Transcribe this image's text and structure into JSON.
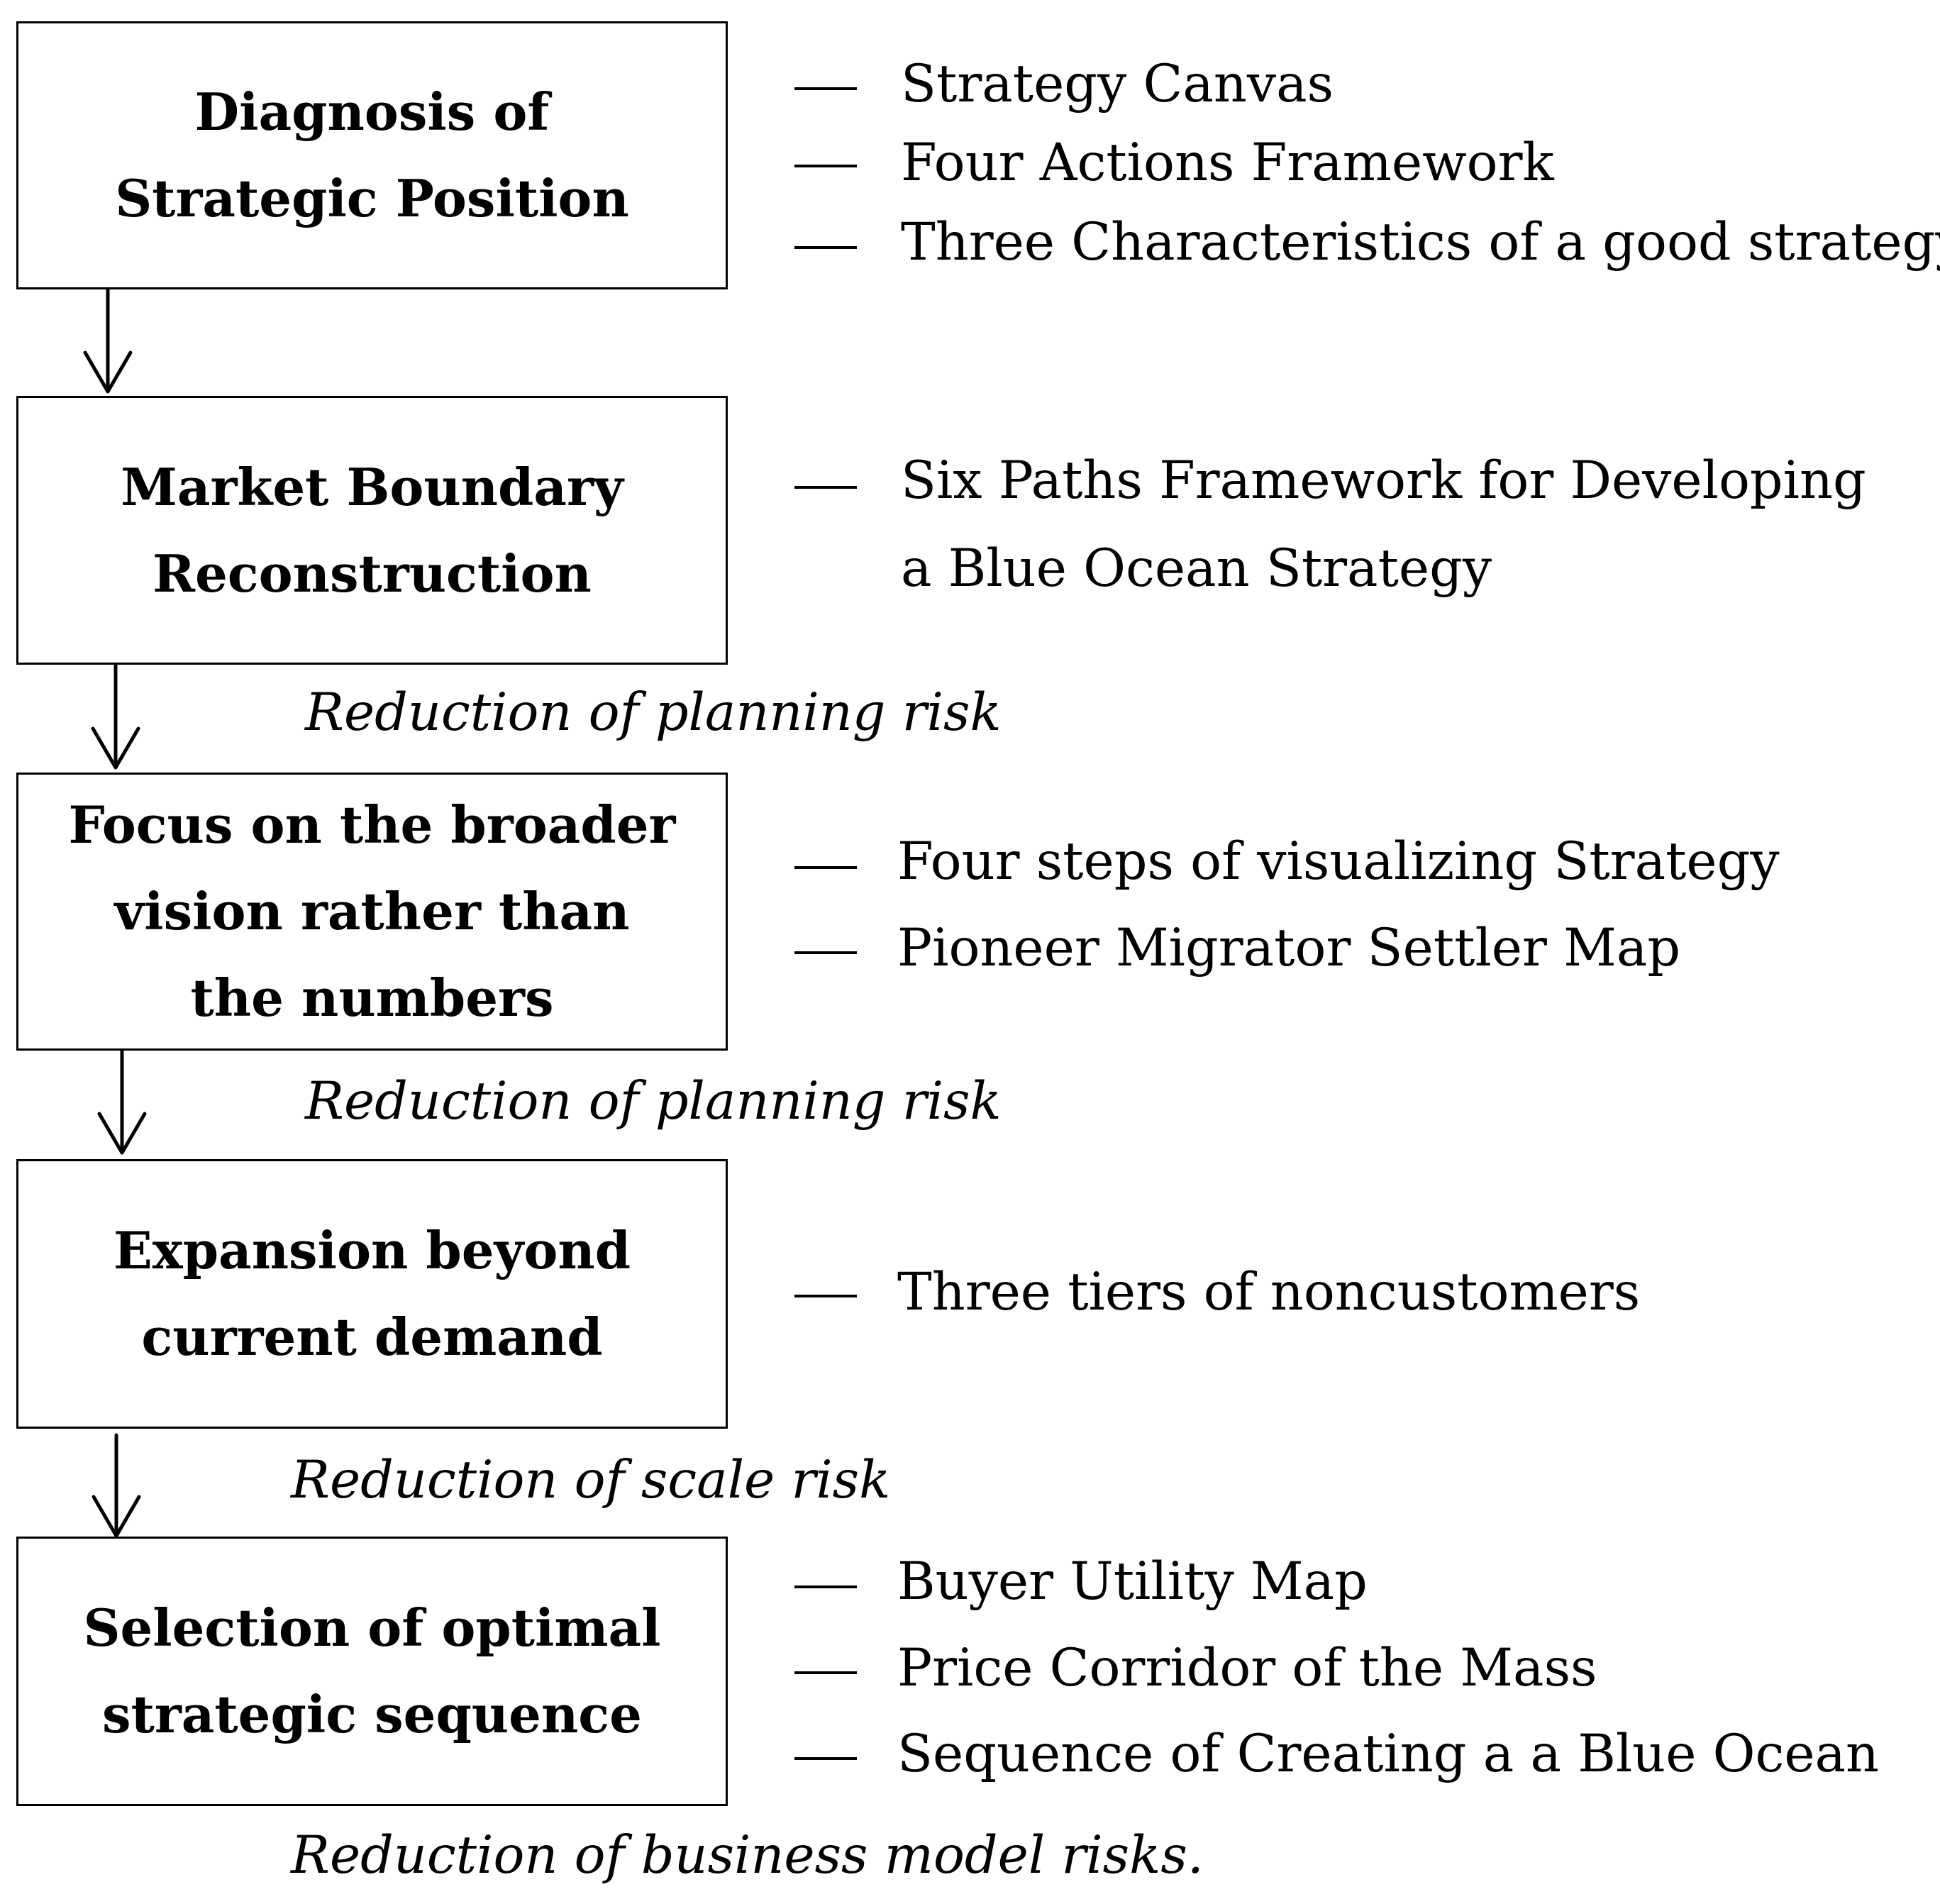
{
  "steps": [
    {
      "title": "Diagnosis of Strategic Position",
      "tools": [
        "Strategy Canvas",
        "Four Actions Framework",
        "Three Characteristics of a good strategy"
      ]
    },
    {
      "title": "Market Boundary Reconstruction",
      "tools": [
        "Six Paths Framework for Developing",
        "a Blue Ocean Strategy"
      ]
    },
    {
      "title": "Focus on the broader vision rather than the numbers",
      "tools": [
        "Four steps of visualizing Strategy",
        "Pioneer Migrator Settler Map"
      ]
    },
    {
      "title": "Expansion beyond current demand",
      "tools": [
        "Three tiers of noncustomers"
      ]
    },
    {
      "title": "Selection of optimal strategic sequence",
      "tools": [
        "Buyer Utility Map",
        "Price Corridor of the Mass",
        "Sequence of Creating a a Blue Ocean"
      ]
    }
  ],
  "risks": [
    "Reduction of planning risk",
    "Reduction of planning risk",
    "Reduction of scale risk",
    "Reduction of business model risks."
  ]
}
